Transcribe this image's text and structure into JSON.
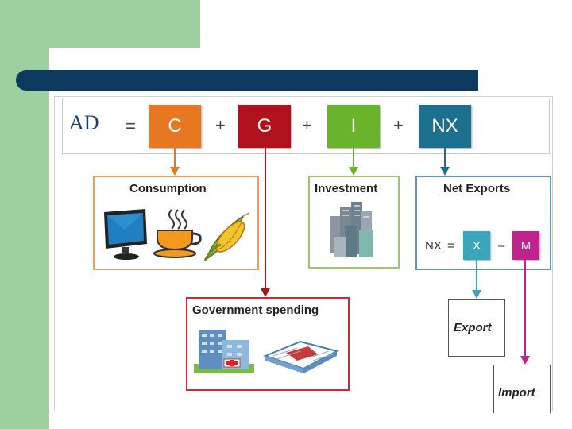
{
  "equation": {
    "lhs": "AD",
    "equals": "=",
    "plus": "+",
    "terms": [
      {
        "label": "C",
        "color": "#e87722"
      },
      {
        "label": "G",
        "color": "#b0121b"
      },
      {
        "label": "I",
        "color": "#6ab42d"
      },
      {
        "label": "NX",
        "color": "#1c6f8f"
      }
    ]
  },
  "consumption": {
    "title": "Consumption",
    "border": "#f0a050",
    "icons": [
      "monitor-icon",
      "coffee-cup-icon",
      "corn-icon"
    ]
  },
  "investment": {
    "title": "Investment",
    "border": "#9cc86a",
    "icons": [
      "office-buildings-icon"
    ]
  },
  "net_exports": {
    "title": "Net Exports",
    "border": "#5a9ab8",
    "formula": {
      "lhs": "NX",
      "equals": "=",
      "minus": "–",
      "x": "X",
      "m": "M",
      "x_color": "#3aa6bd",
      "m_color": "#c0238e"
    }
  },
  "government": {
    "title": "Government spending",
    "border": "#c0303a",
    "icons": [
      "hospital-icon",
      "book-icon"
    ]
  },
  "export": {
    "label": "Export"
  },
  "import": {
    "label": "Import"
  }
}
